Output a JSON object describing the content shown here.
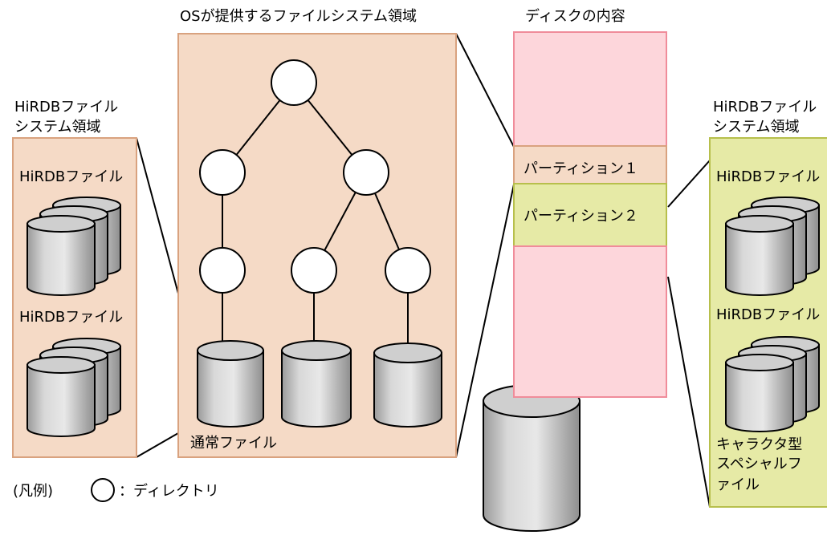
{
  "labels": {
    "os_area_title": "OSが提供するファイルシステム領域",
    "disk_title": "ディスクの内容",
    "left_hirdb_area_line1": "HiRDBファイル",
    "left_hirdb_area_line2": "システム領域",
    "right_hirdb_area_line1": "HiRDBファイル",
    "right_hirdb_area_line2": "システム領域",
    "left_file_1": "HiRDBファイル",
    "left_file_2": "HiRDBファイル",
    "right_file_1": "HiRDBファイル",
    "right_file_2": "HiRDBファイル",
    "regular_file": "通常ファイル",
    "partition_1": "パーティション１",
    "partition_2": "パーティション２",
    "special_file_line1": "キャラクタ型",
    "special_file_line2": "スペシャルフ",
    "special_file_line3": "ァイル",
    "legend_prefix": "(凡例)",
    "legend_text": "：ディレクトリ"
  },
  "colors": {
    "os_area_fill": "#f5dac6",
    "os_area_stroke": "#d9a27f",
    "partition2_fill": "#e6eaa6",
    "partition2_stroke": "#b7bf4c",
    "disk_fill": "#fdd6db",
    "disk_stroke": "#f08c9a",
    "cylinder_fill": "#c8c8c8"
  },
  "icons": {
    "directory": "circle-node-icon",
    "file": "cylinder-icon"
  }
}
